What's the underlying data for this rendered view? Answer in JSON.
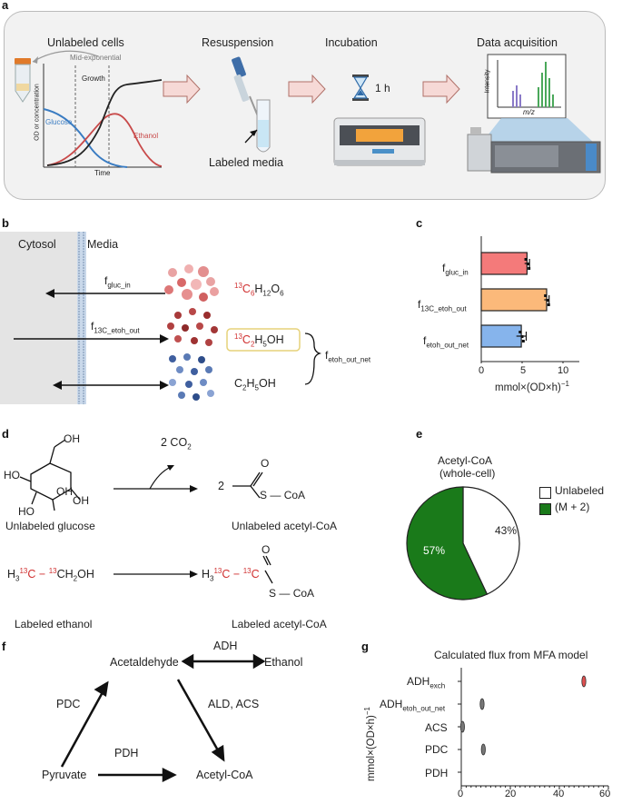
{
  "panels": {
    "a": "a",
    "b": "b",
    "c": "c",
    "d": "d",
    "e": "e",
    "f": "f",
    "g": "g"
  },
  "a": {
    "steps": [
      "Unlabeled cells",
      "Resuspension",
      "Incubation",
      "Data acquisition"
    ],
    "growth_labels": {
      "mid_exp": "Mid-exponential",
      "growth": "Growth",
      "glucose": "Glucose",
      "ethanol": "Ethanol",
      "ylabel": "OD or concentration",
      "xlabel": "Time"
    },
    "incubation_time": "1 h",
    "labeled_media": "Labeled media",
    "spectrum": {
      "ylabel": "Intensity",
      "xlabel": "m/z"
    },
    "colors": {
      "glucose": "#3a7cc2",
      "ethanol": "#c84a4a",
      "growth": "#222222",
      "arrow_fill": "#f6d9d6",
      "arrow_stroke": "#b07068"
    }
  },
  "b": {
    "cytosol": "Cytosol",
    "media": "Media",
    "f1_main": "f",
    "f1_sub": "gluc_in",
    "f2_main": "f",
    "f2_sub": "13C_etoh_out",
    "f3_main": "f",
    "f3_sub": "etoh_out_net",
    "glucose_sup": "13",
    "glucose_c": "C",
    "glucose_csub": "6",
    "glucose_rest": "H",
    "glucose_h": "12",
    "glucose_o": "O",
    "glucose_osub": "6",
    "l_eth_sup": "13",
    "l_eth_c": "C",
    "l_eth_csub": "2",
    "l_eth_rest": "H",
    "l_eth_h": "5",
    "l_eth_end": "OH",
    "eth_c": "C",
    "eth_csub": "2",
    "eth_h": "H",
    "eth_hsub": "5",
    "eth_end": "OH"
  },
  "c": {
    "ticks": [
      "0",
      "5",
      "10"
    ],
    "xlabel": "mmol×(OD×h)",
    "xlabel_sup": "−1"
  },
  "chart_data": [
    {
      "type": "bar",
      "orientation": "horizontal",
      "categories": [
        "f gluc_in",
        "f 13C_etoh_out",
        "f etoh_out_net"
      ],
      "values": [
        5.6,
        8.0,
        4.9
      ],
      "errors": [
        0.3,
        0.3,
        0.6
      ],
      "colors": [
        "#f47a7a",
        "#fbb97a",
        "#86b4ec"
      ],
      "xlabel": "mmol×(OD×h)−1",
      "xlim": [
        0,
        12
      ],
      "xticks": [
        0,
        5,
        10
      ]
    },
    {
      "type": "pie",
      "title": "Acetyl-CoA (whole-cell)",
      "labels": [
        "Unlabeled",
        "(M + 2)"
      ],
      "values": [
        43,
        57
      ],
      "colors": [
        "#ffffff",
        "#1a7a1a"
      ]
    },
    {
      "type": "scatter",
      "title": "Calculated flux from MFA model",
      "categories": [
        "ADH exch",
        "ADH etoh_out_net",
        "ACS",
        "PDC",
        "PDH"
      ],
      "values": [
        50,
        8.5,
        0.5,
        9,
        null
      ],
      "colors": [
        "#e05050",
        "#777777",
        "#777777",
        "#777777",
        "#777777"
      ],
      "ylabel": "mmol×(OD×h)−1",
      "xlim": [
        0,
        60
      ],
      "xticks": [
        0,
        20,
        40,
        60
      ]
    }
  ],
  "d": {
    "co2": "2 CO",
    "co2_sub": "2",
    "coeff": "2",
    "unlabeled_glucose": "Unlabeled glucose",
    "unlabeled_acetyl": "Unlabeled acetyl-CoA",
    "labeled_ethanol": "Labeled ethanol",
    "labeled_acetyl": "Labeled acetyl-CoA",
    "oh": "OH",
    "ho": "HO",
    "o": "O",
    "s_coa": "S",
    "coa": "CoA",
    "h3": "H",
    "h3sub": "3",
    "sup13": "13",
    "c": "C",
    "dash": "−",
    "ch2oh": "CH",
    "ch2oh_sub": "2",
    "ch2oh_end": "OH"
  },
  "e": {
    "title1": "Acetyl-CoA",
    "title2": "(whole-cell)",
    "legend_unlabeled": "Unlabeled",
    "legend_m2": "(M + 2)",
    "pct_unlabeled": "43%",
    "pct_m2": "57%"
  },
  "f": {
    "acetaldehyde": "Acetaldehyde",
    "ethanol": "Ethanol",
    "pyruvate": "Pyruvate",
    "acetyl": "Acetyl-CoA",
    "adh": "ADH",
    "pdc": "PDC",
    "pdh": "PDH",
    "ald_acs": "ALD, ACS"
  },
  "g": {
    "title": "Calculated flux from MFA model",
    "rows": [
      {
        "main": "ADH",
        "sub": "exch"
      },
      {
        "main": "ADH",
        "sub": "etoh_out_net"
      },
      {
        "main": "ACS",
        "sub": ""
      },
      {
        "main": "PDC",
        "sub": ""
      },
      {
        "main": "PDH",
        "sub": ""
      }
    ],
    "ylabel": "mmol×(OD×h)",
    "ylabel_sup": "−1",
    "ticks": [
      "0",
      "20",
      "40",
      "60"
    ]
  }
}
